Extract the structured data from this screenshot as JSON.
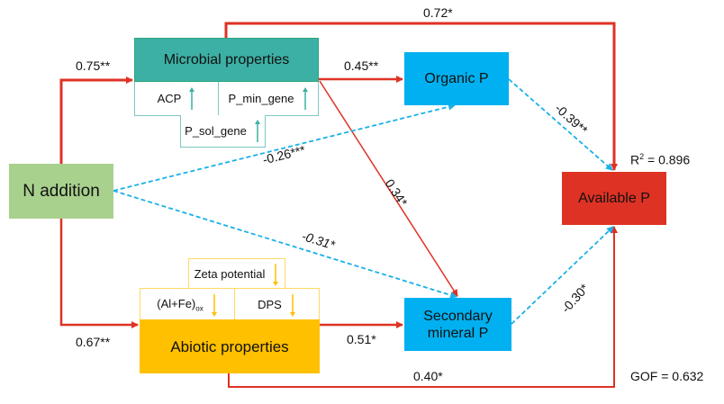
{
  "diagram": {
    "type": "structural equation model path diagram",
    "nodes": {
      "n_addition": {
        "label": "N addition",
        "color": "#A9D18E"
      },
      "microbial": {
        "label": "Microbial properties",
        "color": "#3CB0A4",
        "indicators": [
          {
            "label": "ACP",
            "direction": "up"
          },
          {
            "label": "P_min_gene",
            "direction": "up"
          },
          {
            "label": "P_sol_gene",
            "direction": "up"
          }
        ]
      },
      "abiotic": {
        "label": "Abiotic properties",
        "color": "#FFC000",
        "indicators": [
          {
            "label": "Zeta potential",
            "direction": "down"
          },
          {
            "label": "(Al+Fe)",
            "subscript": "ox",
            "direction": "down"
          },
          {
            "label": "DPS",
            "direction": "down"
          }
        ]
      },
      "organic_p": {
        "label": "Organic P",
        "color": "#00B0F0"
      },
      "secondary_p": {
        "label_line1": "Secondary",
        "label_line2": "mineral P",
        "color": "#00B0F0"
      },
      "available_p": {
        "label": "Available P",
        "color": "#DE3224"
      }
    },
    "paths": [
      {
        "from": "N addition",
        "to": "Microbial properties",
        "coef": "0.75**",
        "sign": "positive"
      },
      {
        "from": "N addition",
        "to": "Abiotic properties",
        "coef": "0.67**",
        "sign": "positive"
      },
      {
        "from": "N addition",
        "to": "Organic P",
        "coef": "-0.26***",
        "sign": "negative"
      },
      {
        "from": "N addition",
        "to": "Secondary mineral P",
        "coef": "-0.31*",
        "sign": "negative"
      },
      {
        "from": "Microbial properties",
        "to": "Organic P",
        "coef": "0.45**",
        "sign": "positive"
      },
      {
        "from": "Microbial properties",
        "to": "Secondary mineral P",
        "coef": "0.34*",
        "sign": "positive"
      },
      {
        "from": "Microbial properties",
        "to": "Available P",
        "coef": "0.72*",
        "sign": "positive"
      },
      {
        "from": "Abiotic properties",
        "to": "Secondary mineral P",
        "coef": "0.51*",
        "sign": "positive"
      },
      {
        "from": "Abiotic properties",
        "to": "Available P",
        "coef": "0.40*",
        "sign": "positive"
      },
      {
        "from": "Organic P",
        "to": "Available P",
        "coef": "-0.39**",
        "sign": "negative"
      },
      {
        "from": "Secondary mineral P",
        "to": "Available P",
        "coef": "-0.30*",
        "sign": "negative"
      }
    ],
    "colors": {
      "positive": "#DE3224",
      "negative": "#1AB0E8",
      "microbial_indicator": "#3CB0A4",
      "abiotic_indicator": "#FFC000"
    },
    "stats": {
      "r2_label": "R",
      "r2_sup": "2",
      "r2_value": " = 0.896",
      "gof": "GOF = 0.632"
    }
  }
}
